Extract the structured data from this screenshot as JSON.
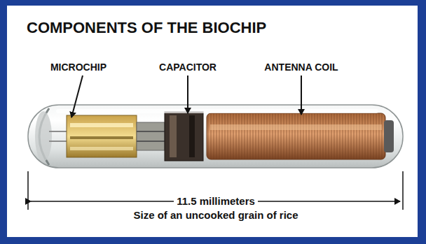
{
  "diagram": {
    "title": "COMPONENTS OF THE BIOCHIP",
    "labels": [
      "MICROCHIP",
      "CAPACITOR",
      "ANTENNA COIL",
      "11.5 millimeters",
      "Size of an uncooked grain of rice"
    ]
  }
}
